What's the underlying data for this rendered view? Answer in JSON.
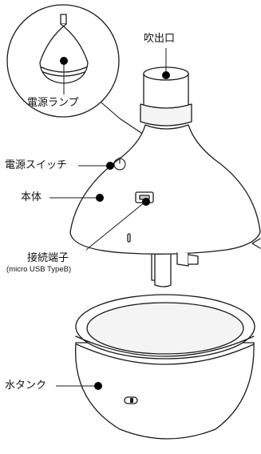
{
  "labels": {
    "outlet": "吹出口",
    "power_lamp": "電源ランプ",
    "power_switch": "電源スイッチ",
    "body": "本体",
    "connector": "接続端子",
    "connector_note": "(micro USB TypeB)",
    "water_tank": "水タンク"
  },
  "colors": {
    "line": "#1a1a1a",
    "fill": "#ffffff",
    "rim_fill": "#f4f4f4",
    "dot": "#000000"
  }
}
